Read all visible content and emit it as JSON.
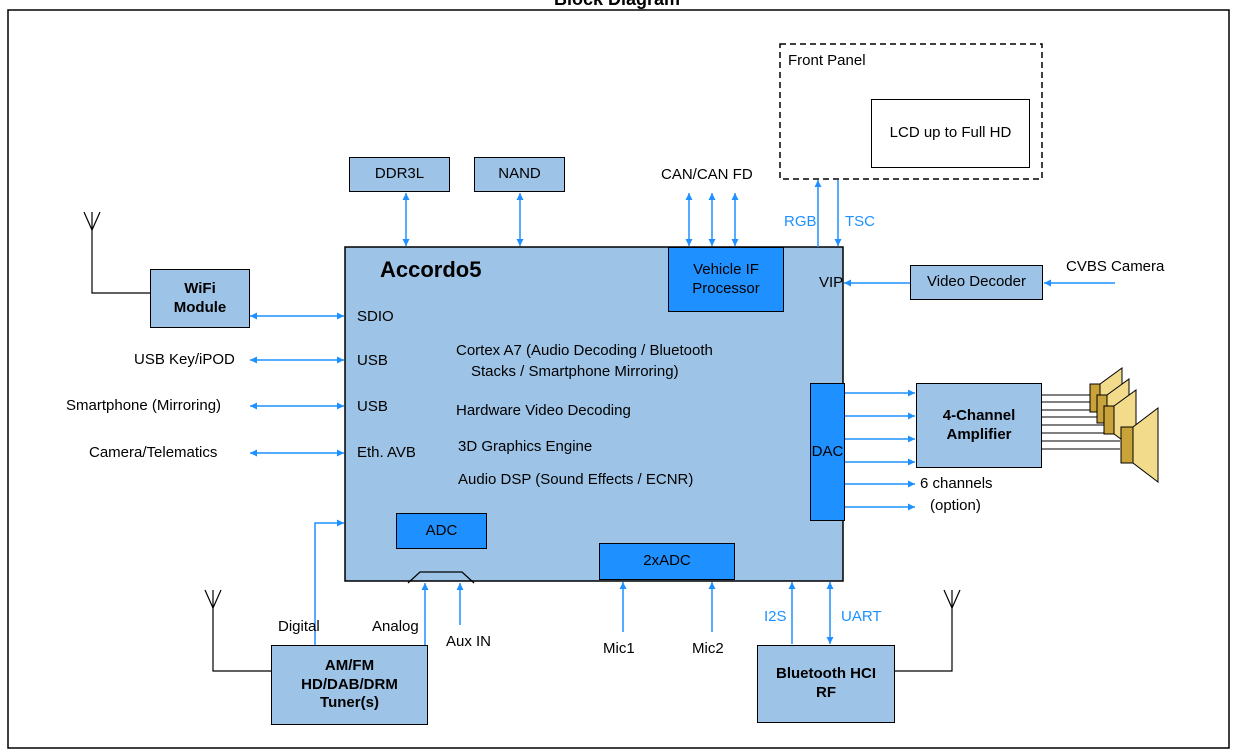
{
  "title": "Block Diagram",
  "soc": {
    "name": "Accordo5",
    "ports": {
      "sdio": "SDIO",
      "usb1": "USB",
      "usb2": "USB",
      "eth": "Eth. AVB",
      "vip": "VIP"
    },
    "features": {
      "cortex_line1": "Cortex A7 (Audio Decoding / Bluetooth",
      "cortex_line2": "Stacks / Smartphone Mirroring)",
      "video": "Hardware Video Decoding",
      "graphics": "3D Graphics Engine",
      "dsp": "Audio DSP (Sound Effects / ECNR)"
    },
    "vehicle_if_line1": "Vehicle IF",
    "vehicle_if_line2": "Processor",
    "adc": "ADC",
    "adc2": "2xADC",
    "dac": "DAC"
  },
  "memory": {
    "ddr": "DDR3L",
    "nand": "NAND"
  },
  "front_panel": {
    "label": "Front Panel",
    "lcd": "LCD up to Full HD",
    "rgb": "RGB",
    "tsc": "TSC"
  },
  "can": "CAN/CAN FD",
  "video_decoder": "Video Decoder",
  "cvbs_camera": "CVBS Camera",
  "wifi": {
    "line1": "WiFi",
    "line2": "Module"
  },
  "left_inputs": {
    "usb_key": "USB Key/iPOD",
    "smartphone": "Smartphone (Mirroring)",
    "camera": "Camera/Telematics"
  },
  "amplifier": {
    "line1": "4-Channel",
    "line2": "Amplifier"
  },
  "six_channels": {
    "line1": "6 channels",
    "line2": "(option)"
  },
  "tuner": {
    "line1": "AM/FM",
    "line2": "HD/DAB/DRM",
    "line3": "Tuner(s)",
    "digital": "Digital",
    "analog": "Analog"
  },
  "aux_in": "Aux IN",
  "mic1": "Mic1",
  "mic2": "Mic2",
  "bluetooth": {
    "line1": "Bluetooth HCI",
    "line2": "RF",
    "i2s": "I2S",
    "uart": "UART"
  },
  "colors": {
    "block": "#9dc3e6",
    "accent": "#1e90ff",
    "line": "#000000"
  }
}
